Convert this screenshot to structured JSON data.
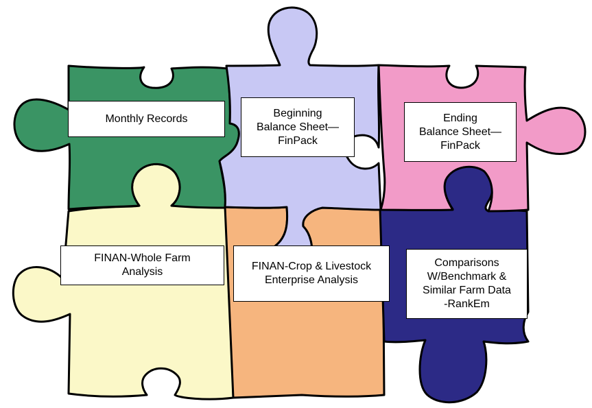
{
  "pieces": [
    {
      "id": "monthly",
      "label": "Monthly Records",
      "color": "#3a9464"
    },
    {
      "id": "beginning",
      "label": "Beginning\nBalance Sheet—\nFinPack",
      "color": "#c8c8f4"
    },
    {
      "id": "ending",
      "label": "Ending\nBalance Sheet—\nFinPack",
      "color": "#f29bc8"
    },
    {
      "id": "whole-farm",
      "label": "FINAN-Whole Farm\nAnalysis",
      "color": "#fbf8c8"
    },
    {
      "id": "enterprise",
      "label": "FINAN-Crop & Livestock\nEnterprise Analysis",
      "color": "#f6b57e"
    },
    {
      "id": "comparisons",
      "label": "Comparisons\nW/Benchmark &\nSimilar Farm Data\n-RankEm",
      "color": "#2c2a86"
    }
  ]
}
